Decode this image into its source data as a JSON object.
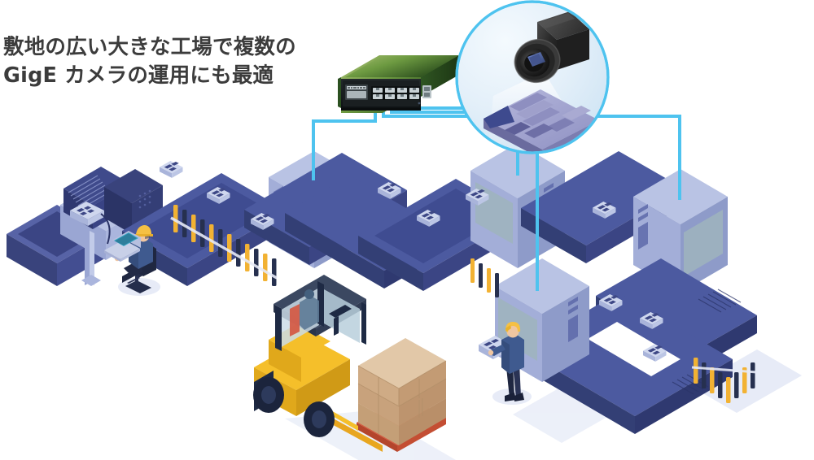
{
  "headline": {
    "line1": "敷地の広い大きな工場で複数の",
    "line2": "GigE カメラの運用にも最適",
    "color": "#3c3c3c"
  },
  "palette": {
    "background": "#ffffff",
    "cable_cyan": "#4ec3ef",
    "cable_cyan_dark": "#30b3e5",
    "switch_green_light": "#8fae5a",
    "switch_green_mid": "#4d7c2f",
    "switch_green_dark": "#24451a",
    "switch_panel_black": "#14181a",
    "switch_port_grey": "#c9d2d6",
    "conveyor_top": "#4c5aa0",
    "conveyor_top_dark": "#3b4584",
    "conveyor_side": "#333f75",
    "conveyor_side_dark": "#2b3565",
    "cabinet_top": "#b9c3e4",
    "cabinet_left": "#a3aed8",
    "cabinet_right": "#8e9bc9",
    "cabinet_glass": "#9fb4bd",
    "bottle_yellow": "#f2b233",
    "bottle_dark": "#26304f",
    "forklift_yellow": "#f5bf2a",
    "forklift_dark": "#1e2a44",
    "forklift_glass": "#c6d8e2",
    "pallet_red": "#d8573a",
    "box_tan": "#c8a27c",
    "box_tan_light": "#e2c8a8",
    "hardhat_yellow": "#f5c044",
    "worker_shirt": "#3f5a8f",
    "shadow": "#dfe4f3",
    "bubble_fill": "#e8f2fb",
    "bubble_stroke": "#4ec3ef",
    "camera_body": "#2e2e2e",
    "camera_lens": "#101010",
    "pcb_purple": "#8e8fc0",
    "pcb_purple_dark": "#6a6b9e",
    "text": "#3c3c3c"
  },
  "scene": {
    "title": "isometric-factory-gige-camera-network",
    "switch": {
      "name": "gigabit-poe-network-switch",
      "port_count": 8,
      "sfp_port_count": 2,
      "cable_count": 4
    },
    "magnifier_bubble": {
      "name": "gige-camera-inspection-closeup",
      "contents": [
        "industrial-gige-camera",
        "inspection-light-cone",
        "pcb-board"
      ]
    },
    "inspection_cabinets": 4,
    "workers": [
      {
        "name": "worker-seated-laptop",
        "hat": "yellow-hard-hat",
        "posture": "seated"
      },
      {
        "name": "worker-standing-terminal",
        "hat": "none",
        "posture": "standing"
      }
    ],
    "vehicles": [
      {
        "name": "forklift",
        "color": "yellow",
        "cargo": "cardboard-boxes-on-pallet"
      }
    ],
    "conveyor_segments": 6,
    "product_items": "bottles-and-electronic-parts"
  }
}
